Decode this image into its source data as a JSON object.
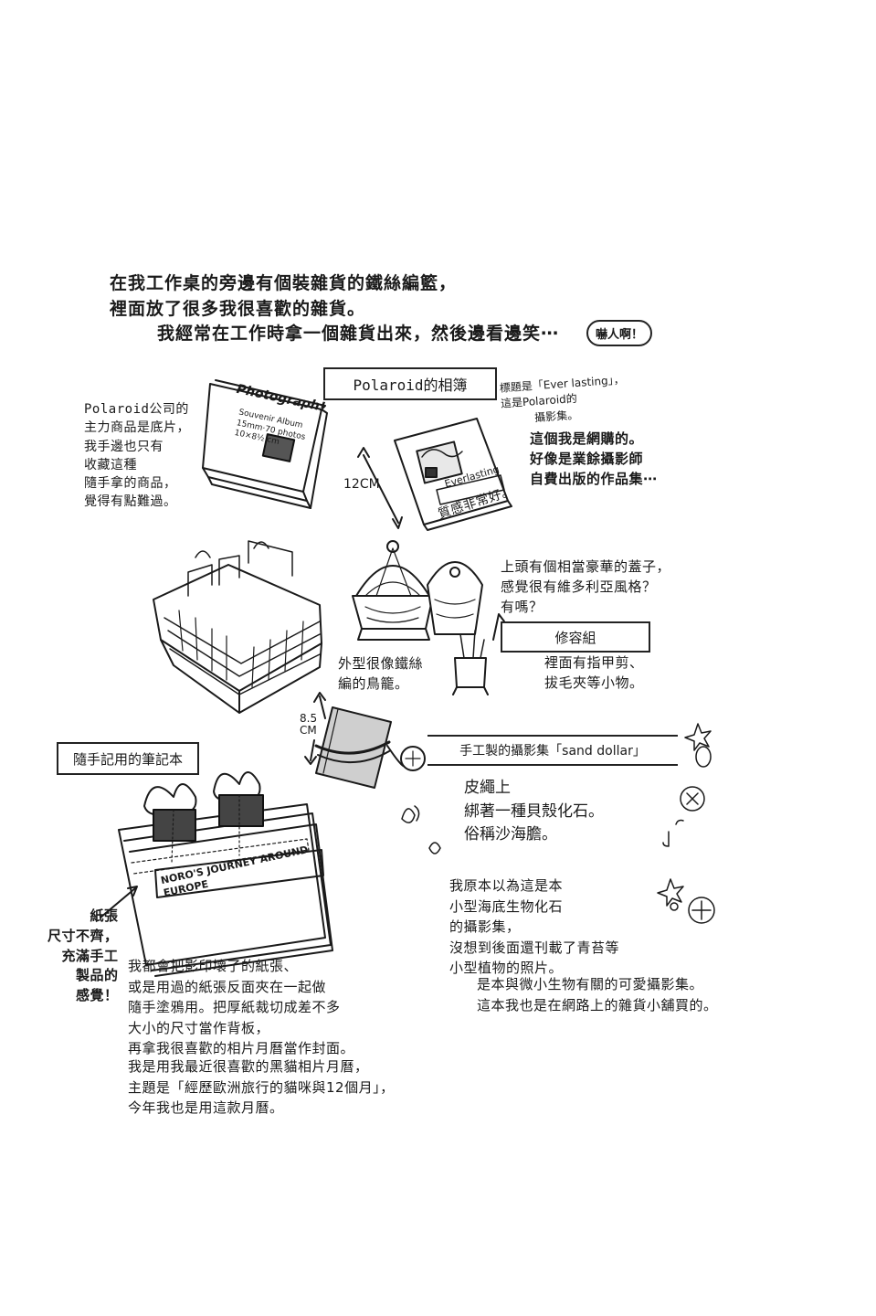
{
  "intro": {
    "line1": "在我工作桌的旁邊有個裝雜貨的鐵絲編籃，",
    "line2": "裡面放了很多我很喜歡的雜貨。",
    "line3": "我經常在工作時拿一個雜貨出來，然後邊看邊笑⋯",
    "bubble": "嚇人啊！"
  },
  "polaroid": {
    "box_label": "Polaroid的相簿",
    "left_note": "Polaroid公司的\n主力商品是底片，\n我手邊也只有\n收藏這種\n隨手拿的商品，\n覺得有點難過。",
    "title_note": "標題是「Ever lasting」，\n這是Polaroid的\n　　　攝影集。",
    "right_note": "這個我是網購的。\n好像是業餘攝影師\n自費出版的作品集⋯",
    "size_label": "12CM",
    "quality_note": "質感非常好。",
    "album_cover": "Photograph!",
    "album_sub": "Souvenir Album\n15mm·70 photos\n10×8½ cm",
    "book_title": "Everlasting"
  },
  "basket": {
    "birdcage_note": "外型很像鐵絲\n編的鳥籠。",
    "lid_note": "上頭有個相當豪華的蓋子，\n感覺很有維多利亞風格？\n有嗎？",
    "manicure_box": "修容組",
    "manicure_note": "裡面有指甲剪、\n拔毛夾等小物。"
  },
  "sand_dollar": {
    "size_label": "8.5\nCM",
    "box_label": "手工製的攝影集「sand dollar」",
    "strap_note": "皮繩上\n綁著一種貝殼化石。\n俗稱沙海膽。",
    "fossil_note": "我原本以為這是本\n小型海底生物化石\n的攝影集，\n沒想到後面還刊載了青苔等\n小型植物的照片。",
    "shop_note": "是本與微小生物有關的可愛攝影集。\n這本我也是在網路上的雜貨小舖買的。"
  },
  "notebook": {
    "box_label": "隨手記用的筆記本",
    "paper_note": "紙張\n尺寸不齊，\n充滿手工\n製品的\n感覺！",
    "cover_text": "NORO'S JOURNEY AROUND\nEUROPE",
    "desc1": "我都會把影印壞了的紙張、\n或是用過的紙張反面夾在一起做\n隨手塗鴉用。把厚紙裁切成差不多\n大小的尺寸當作背板，\n再拿我很喜歡的相片月曆當作封面。",
    "desc2": "我是用我最近很喜歡的黑貓相片月曆，\n主題是「經歷歐洲旅行的貓咪與12個月」，\n今年我也是用這款月曆。"
  }
}
